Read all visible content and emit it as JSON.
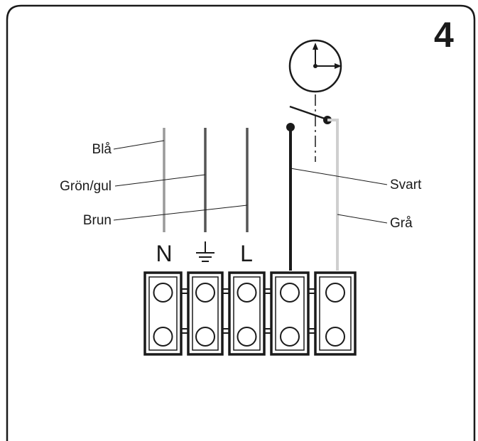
{
  "step_number": "4",
  "wire_labels": {
    "blue": "Blå",
    "green_yellow": "Grön/gul",
    "brown": "Brun",
    "black": "Svart",
    "grey": "Grå"
  },
  "terminal_labels": {
    "neutral": "N",
    "live": "L"
  },
  "icons": {
    "timer": "clock-icon",
    "ground": "ground-symbol-icon",
    "switch": "timer-switch-icon"
  },
  "colors": {
    "outline": "#1a1a1a",
    "wire_blue": "#9a9a9a",
    "wire_green_yellow": "#555555",
    "wire_brown": "#555555",
    "wire_black": "#1a1a1a",
    "wire_grey": "#cfcfcf"
  }
}
